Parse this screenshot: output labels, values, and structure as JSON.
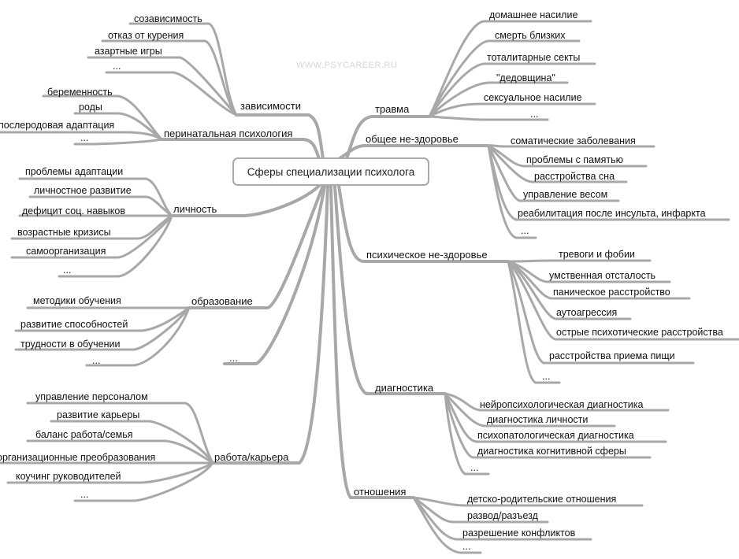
{
  "watermark": "WWW.PSYCAREER.RU",
  "root": "Сферы специализации психолога",
  "left": {
    "zavisimosti": {
      "label": "зависимости",
      "children": [
        "созависимость",
        "отказ от курения",
        "азартные игры",
        "..."
      ]
    },
    "perinatal": {
      "label": "перинатальная психология",
      "children": [
        "беременность",
        "роды",
        "послеродовая адаптация",
        "..."
      ]
    },
    "lichnost": {
      "label": "личность",
      "children": [
        "проблемы адаптации",
        "личностное развитие",
        "дефицит соц. навыков",
        "возрастные кризисы",
        "самоорганизация",
        "..."
      ]
    },
    "obrazovanie": {
      "label": "образование",
      "children": [
        "методики обучения",
        "развитие способностей",
        "трудности в обучении",
        "..."
      ]
    },
    "etc": {
      "label": "..."
    },
    "rabota": {
      "label": "работа/карьера",
      "children": [
        "управление персоналом",
        "развитие карьеры",
        "баланс работа/семья",
        "организационные преобразования",
        "коучинг руководителей",
        "..."
      ]
    }
  },
  "right": {
    "travma": {
      "label": "травма",
      "children": [
        "домашнее насилие",
        "смерть близких",
        "тоталитарные секты",
        "\"дедовщина\"",
        "сексуальное насилие",
        "..."
      ]
    },
    "obshchee": {
      "label": "общее не-здоровье",
      "children": [
        "соматические заболевания",
        "проблемы с памятью",
        "расстройства сна",
        "управление весом",
        "реабилитация после инсульта, инфаркта",
        "..."
      ]
    },
    "psikh": {
      "label": "психическое не-здоровье",
      "children": [
        "тревоги и фобии",
        "умственная отсталость",
        "паническое расстройство",
        "аутоагрессия",
        "острые психотические расстройства",
        "расстройства приема пищи",
        "..."
      ]
    },
    "diagnostika": {
      "label": "диагностика",
      "children": [
        "нейропсихологическая диагностика",
        "диагностика личности",
        "психопатологическая диагностика",
        "диагностика когнитивной сферы",
        "..."
      ]
    },
    "otnosheniya": {
      "label": "отношения",
      "children": [
        "детско-родительские отношения",
        "развод/разъезд",
        "разрешение конфликтов",
        "..."
      ]
    }
  },
  "colors": {
    "connector": "#a8a8a8",
    "root_border": "#a9a9a9",
    "text": "#111111",
    "watermark": "#d6d6d6"
  }
}
